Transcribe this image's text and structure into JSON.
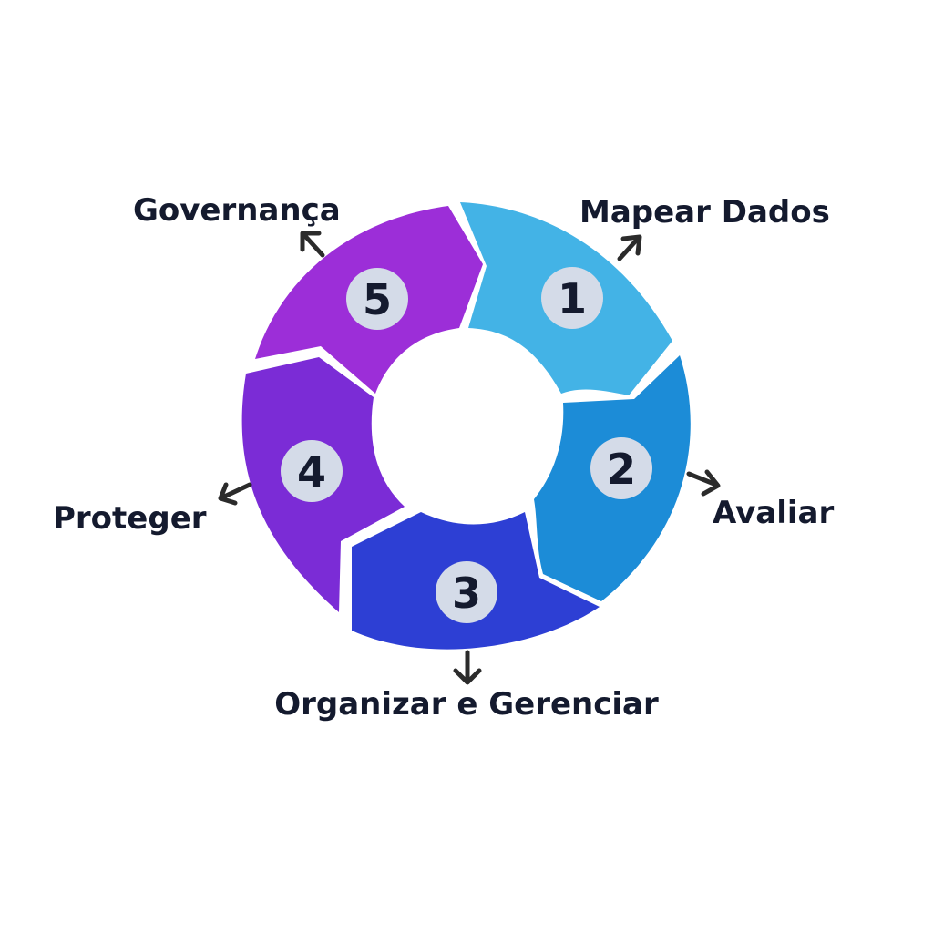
{
  "diagram": {
    "steps": [
      {
        "number": "1",
        "label": "Mapear Dados",
        "color": "#43b3e6"
      },
      {
        "number": "2",
        "label": "Avaliar",
        "color": "#1c8cd7"
      },
      {
        "number": "3",
        "label": "Organizar e Gerenciar",
        "color": "#2d3fd4"
      },
      {
        "number": "4",
        "label": "Proteger",
        "color": "#7b2cd6"
      },
      {
        "number": "5",
        "label": "Governança",
        "color": "#9c2ed8"
      }
    ],
    "badge_color": "#d4dbe8",
    "text_color": "#141a2e",
    "arrow_color": "#2b2b2b"
  }
}
